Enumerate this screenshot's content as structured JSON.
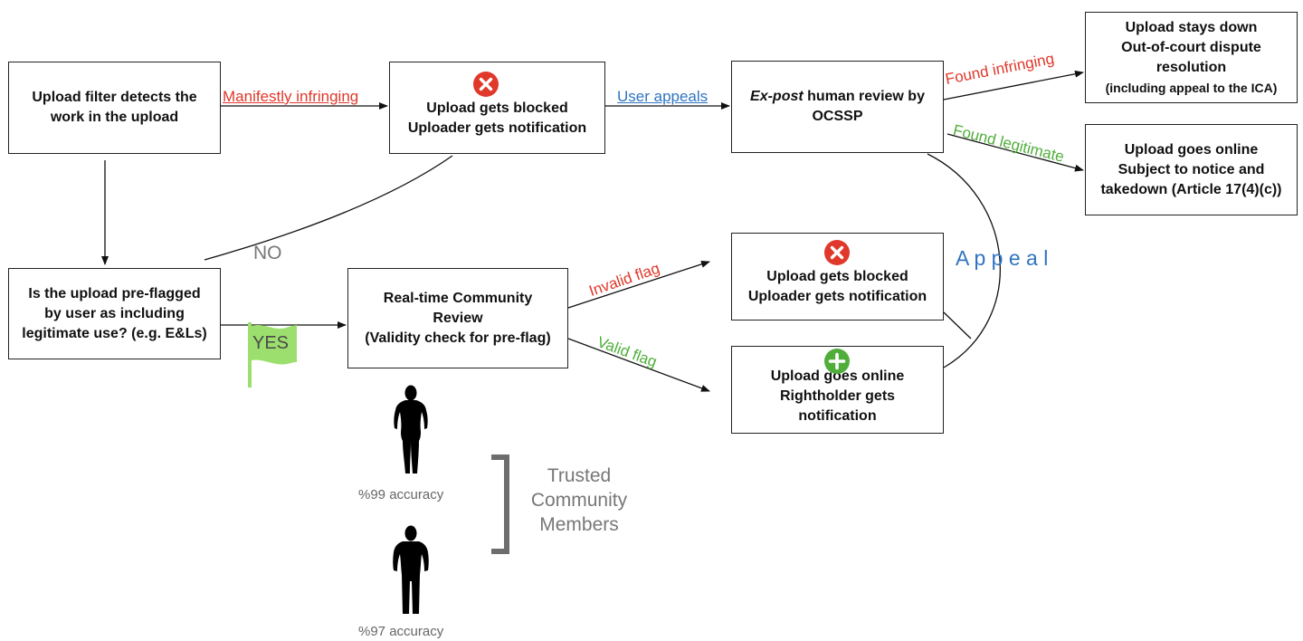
{
  "boxes": {
    "filter": [
      "Upload filter detects the",
      "work in the upload"
    ],
    "blocked1": [
      "Upload gets blocked",
      "Uploader gets notification"
    ],
    "review": {
      "em": "Ex-post",
      "rest": " human review by",
      "line2": "OCSSP"
    },
    "staysdown": [
      "Upload stays down",
      "Out-of-court dispute",
      "resolution",
      "(including appeal to the ICA)"
    ],
    "goesonline": [
      "Upload goes online",
      "Subject to notice and",
      "takedown (Article 17(4)(c))"
    ],
    "preflag": [
      "Is the upload pre-flagged",
      "by user as including",
      "legitimate use? (e.g. E&Ls)"
    ],
    "community": [
      "Real-time Community",
      "Review",
      "(Validity check for pre-flag)"
    ],
    "blocked2": [
      "Upload gets blocked",
      "Uploader gets notification"
    ],
    "online2": [
      "Upload goes online",
      "Rightholder gets",
      "notification"
    ]
  },
  "labels": {
    "manifest": "Manifestly infringing",
    "appeals": "User appeals",
    "infringing": "Found infringing",
    "legitimate": "Found legitimate",
    "no": "NO",
    "yes": "YES",
    "invalid": "Invalid flag",
    "valid": "Valid flag",
    "appeal": "A p p e a l"
  },
  "people": [
    "%99 accuracy",
    "%97 accuracy"
  ],
  "trusted": [
    "Trusted",
    "Community",
    "Members"
  ],
  "icons": {
    "blocked": "x-circle-icon",
    "online": "plus-circle-icon",
    "flag": "flag-icon",
    "person": "person-silhouette-icon"
  },
  "colors": {
    "red": "#e0382b",
    "blue": "#2f74c0",
    "green": "#4fae3a",
    "flag": "#9ddf6e",
    "gray": "#777777"
  }
}
